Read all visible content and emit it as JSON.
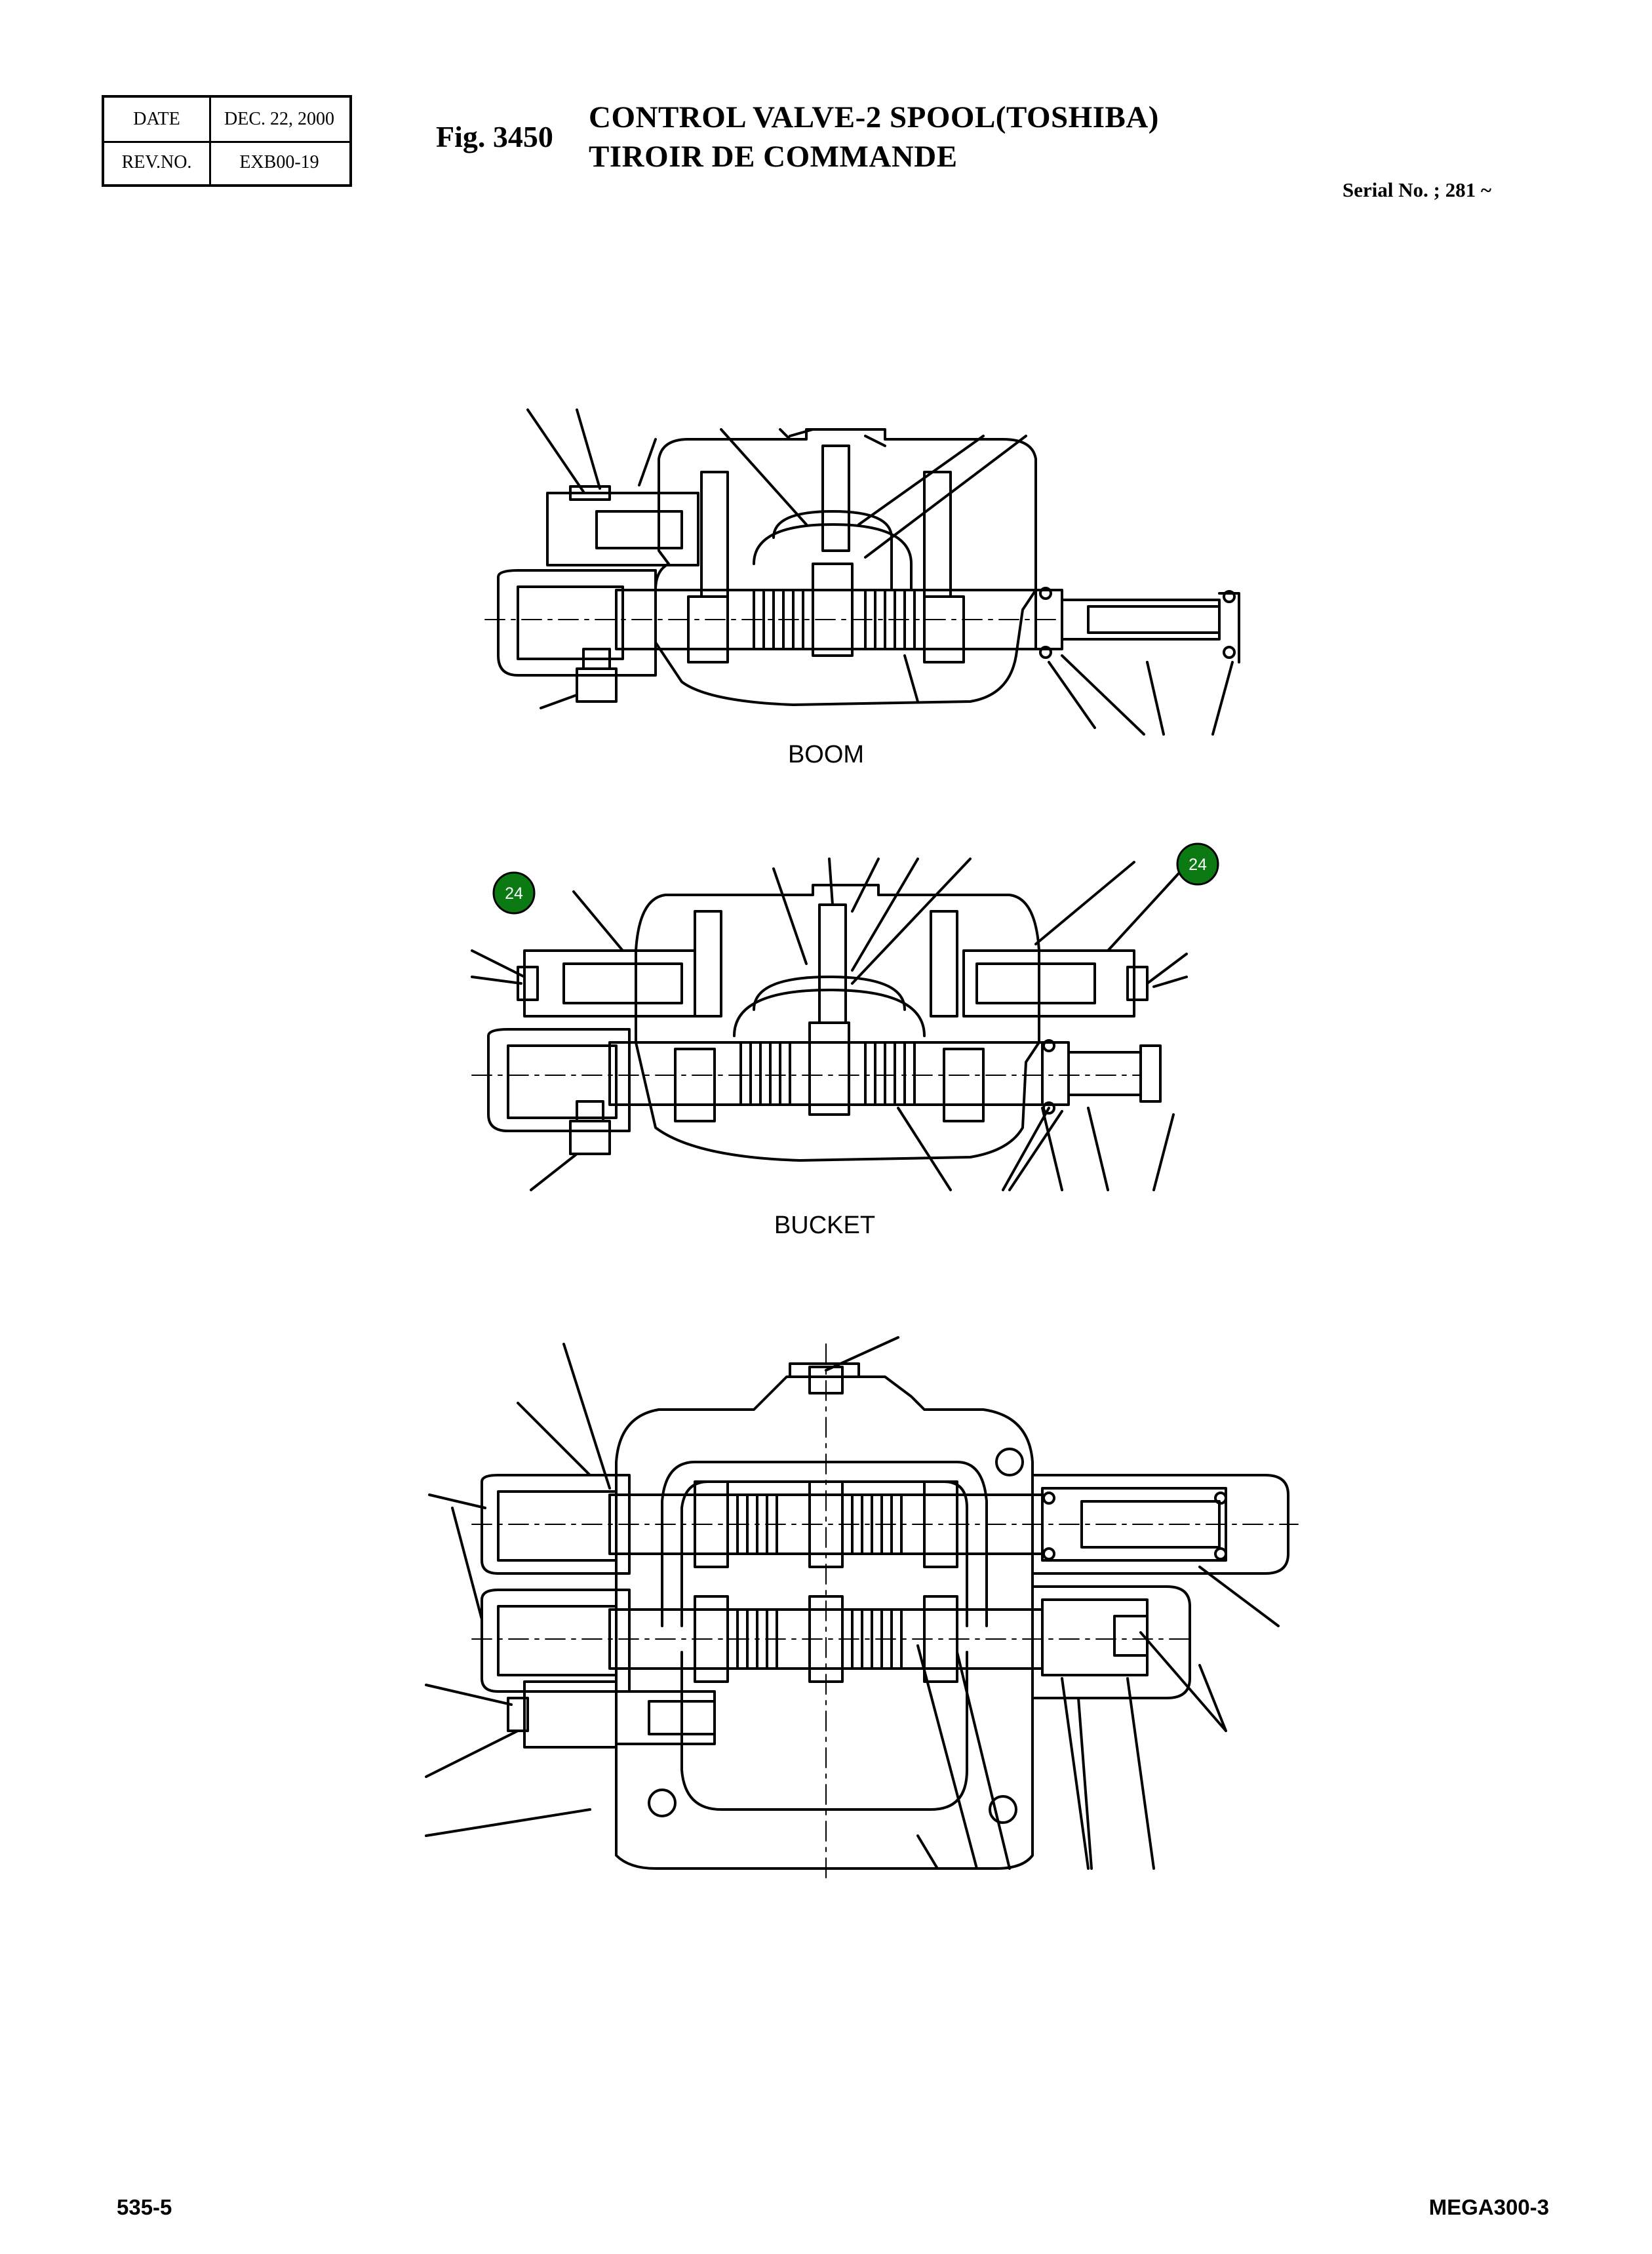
{
  "header": {
    "date_label": "DATE",
    "date_value": "DEC. 22, 2000",
    "rev_label": "REV.NO.",
    "rev_value": "EXB00-19",
    "fig_number": "Fig. 3450",
    "title_line1": "CONTROL VALVE-2 SPOOL(TOSHIBA)",
    "title_line2": "TIROIR DE COMMANDE",
    "serial": "Serial No. ; 281 ~"
  },
  "drawings": {
    "boom_label": "BOOM",
    "bucket_label": "BUCKET",
    "callouts": [
      {
        "text": "24",
        "color": "#0b7a12"
      },
      {
        "text": "24",
        "color": "#0b7a12"
      }
    ]
  },
  "footer": {
    "page": "535-5",
    "model": "MEGA300-3"
  }
}
